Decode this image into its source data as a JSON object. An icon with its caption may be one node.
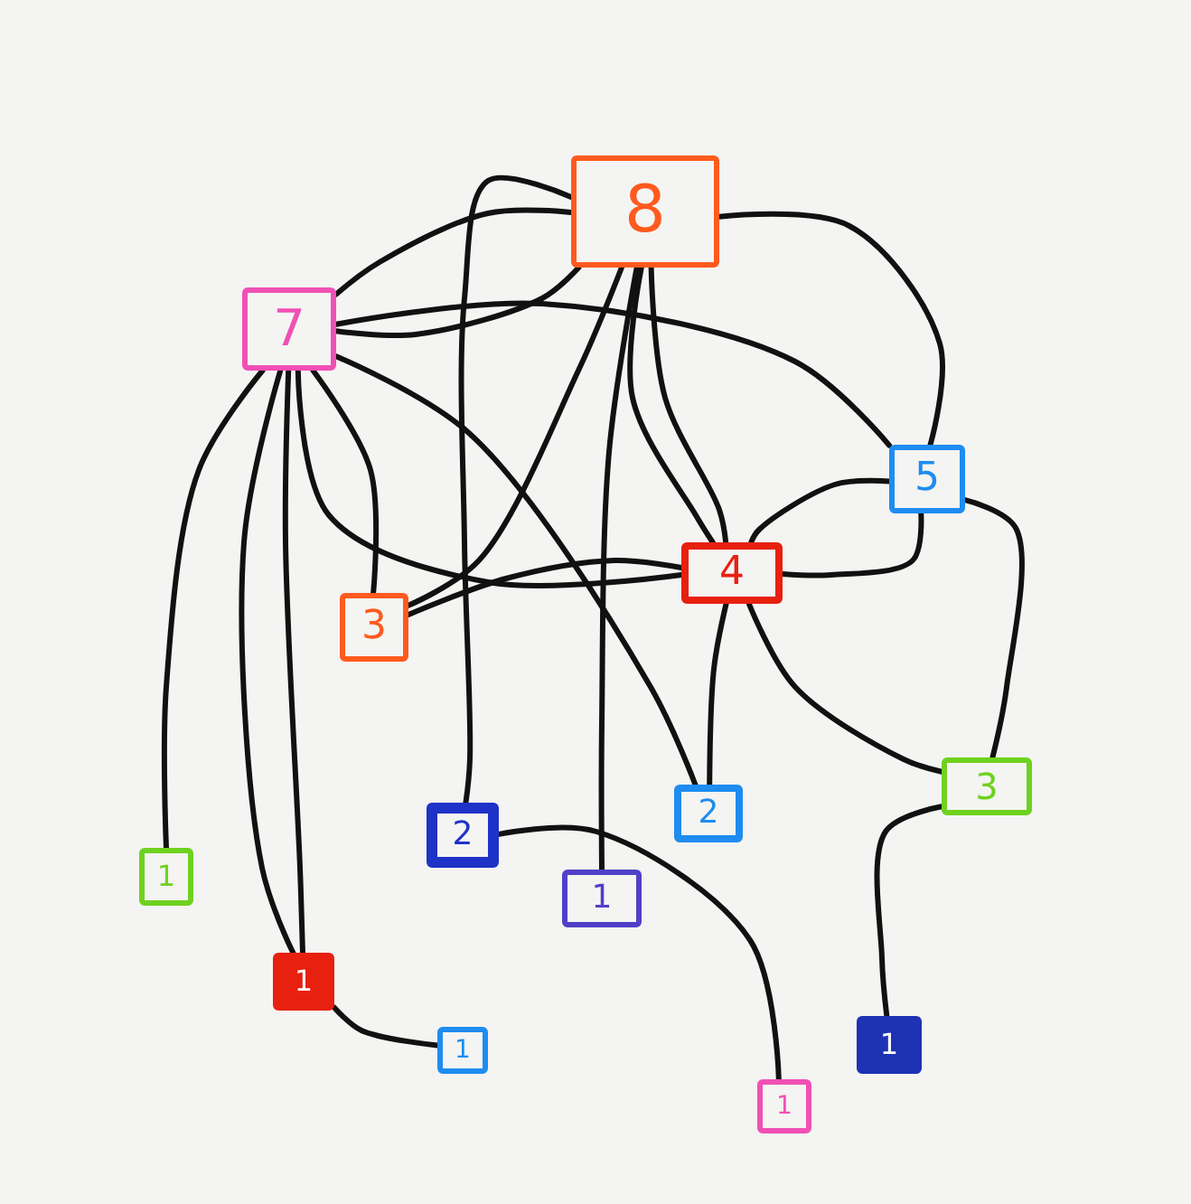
{
  "diagram": {
    "nodes": [
      {
        "text": [
          "8"
        ]
      },
      {
        "text": [
          "7"
        ]
      },
      {
        "text": [
          "5"
        ]
      },
      {
        "text": [
          "4"
        ]
      },
      {
        "text": [
          "3"
        ]
      },
      {
        "text": [
          "3"
        ]
      },
      {
        "text": [
          "2"
        ]
      },
      {
        "text": [
          "2"
        ]
      },
      {
        "text": [
          "1"
        ]
      },
      {
        "text": [
          "1"
        ]
      },
      {
        "text": [
          "1"
        ]
      },
      {
        "text": [
          "1"
        ]
      },
      {
        "text": [
          "1"
        ]
      },
      {
        "text": [
          "1"
        ]
      }
    ],
    "edges": [
      {
        "from": 0,
        "to": 1,
        "arrow": "none"
      },
      {
        "from": 0,
        "to": 6,
        "arrow": "none"
      },
      {
        "from": 0,
        "to": 2,
        "arrow": "none"
      },
      {
        "from": 0,
        "to": 1,
        "arrow": "none"
      },
      {
        "from": 0,
        "to": 4,
        "arrow": "none"
      },
      {
        "from": 0,
        "to": 9,
        "arrow": "none"
      },
      {
        "from": 0,
        "to": 3,
        "arrow": "none"
      },
      {
        "from": 0,
        "to": 3,
        "arrow": "none"
      },
      {
        "from": 1,
        "to": 2,
        "arrow": "none"
      },
      {
        "from": 1,
        "to": 7,
        "arrow": "none"
      },
      {
        "from": 1,
        "to": 4,
        "arrow": "none"
      },
      {
        "from": 1,
        "to": 3,
        "arrow": "none"
      },
      {
        "from": 1,
        "to": 10,
        "arrow": "none"
      },
      {
        "from": 1,
        "to": 10,
        "arrow": "none"
      },
      {
        "from": 1,
        "to": 8,
        "arrow": "none"
      },
      {
        "from": 2,
        "to": 3,
        "arrow": "none"
      },
      {
        "from": 2,
        "to": 3,
        "arrow": "none"
      },
      {
        "from": 2,
        "to": 5,
        "arrow": "none"
      },
      {
        "from": 4,
        "to": 3,
        "arrow": "none"
      },
      {
        "from": 3,
        "to": 7,
        "arrow": "none"
      },
      {
        "from": 3,
        "to": 5,
        "arrow": "none"
      },
      {
        "from": 5,
        "to": 11,
        "arrow": "none"
      },
      {
        "from": 6,
        "to": 13,
        "arrow": "none"
      },
      {
        "from": 10,
        "to": 12,
        "arrow": "none"
      }
    ]
  }
}
